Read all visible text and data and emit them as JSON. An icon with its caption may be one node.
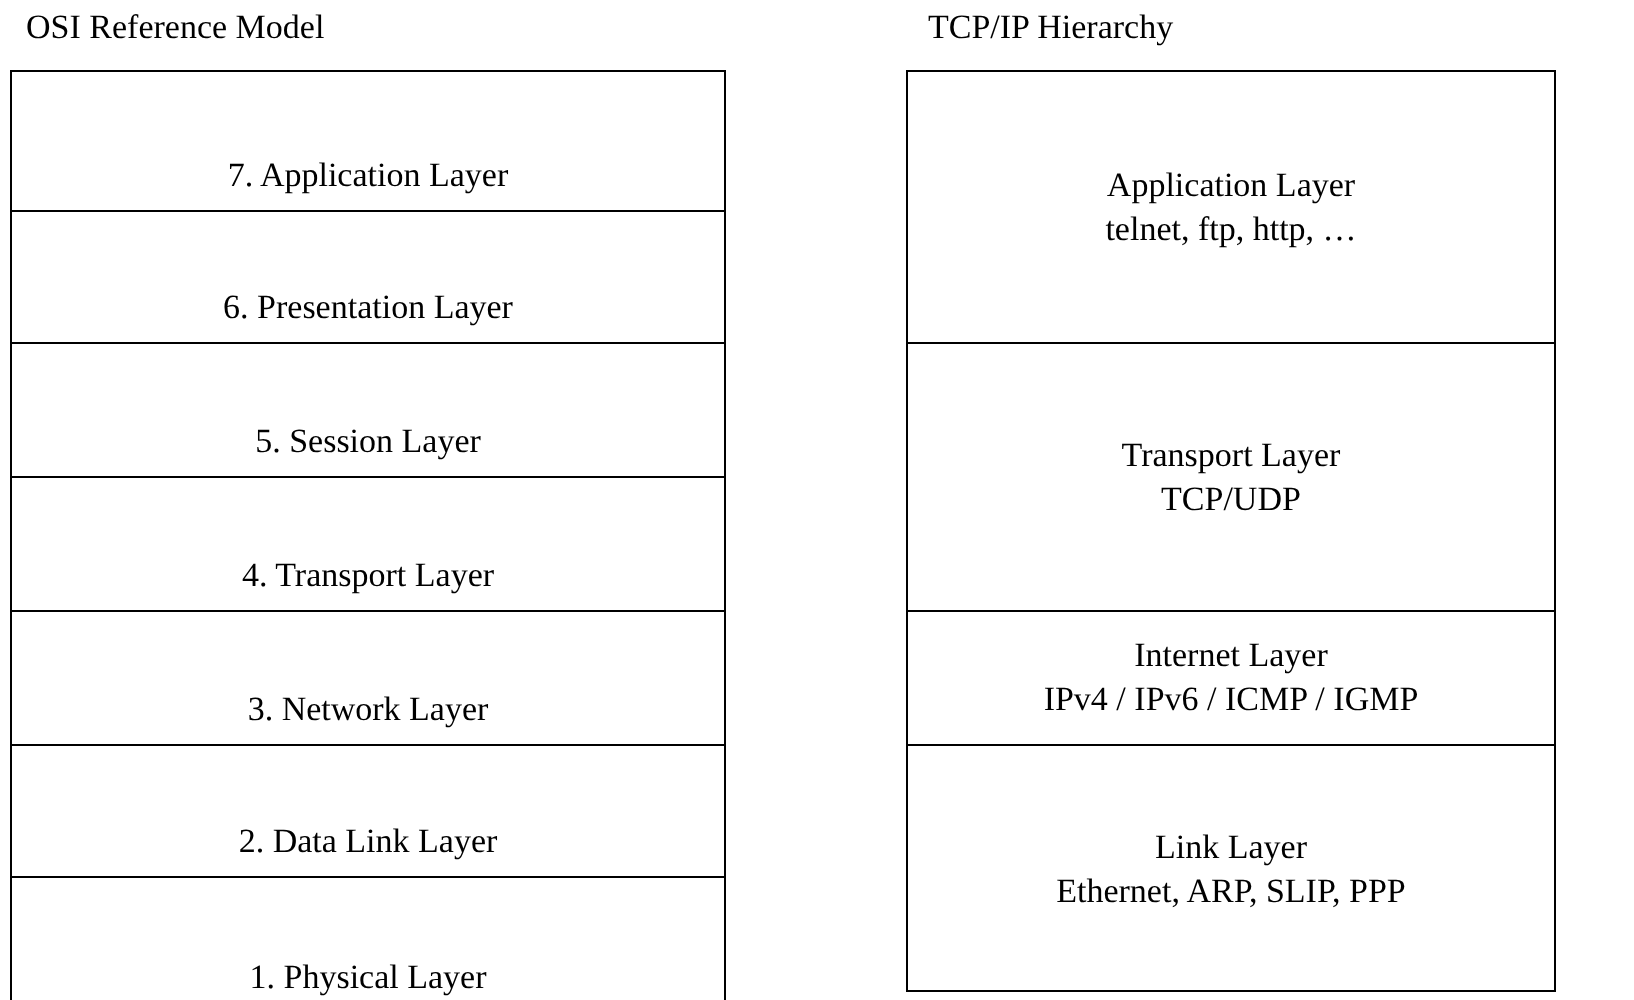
{
  "diagram": {
    "nodes": [
      {
        "text": [
          "OSI Reference Model"
        ]
      },
      {
        "text": [
          "7. Application Layer"
        ],
        "in": 0
      },
      {
        "text": [
          "6. Presentation Layer"
        ],
        "in": 0
      },
      {
        "text": [
          "5. Session Layer"
        ],
        "in": 0
      },
      {
        "text": [
          "4. Transport Layer"
        ],
        "in": 0
      },
      {
        "text": [
          "3. Network Layer"
        ],
        "in": 0
      },
      {
        "text": [
          "2. Data Link Layer"
        ],
        "in": 0
      },
      {
        "text": [
          "1. Physical Layer"
        ],
        "in": 0
      },
      {
        "text": [
          "TCP/IP Hierarchy"
        ]
      },
      {
        "text": [
          "Application Layer",
          "telnet, ftp, http, …"
        ],
        "in": 8
      },
      {
        "text": [
          "Transport Layer",
          "TCP/UDP"
        ],
        "in": 8
      },
      {
        "text": [
          "Internet Layer",
          "IPv4 / IPv6 / ICMP / IGMP"
        ],
        "in": 8
      },
      {
        "text": [
          "Link Layer",
          "Ethernet, ARP, SLIP, PPP"
        ],
        "in": 8
      }
    ]
  }
}
